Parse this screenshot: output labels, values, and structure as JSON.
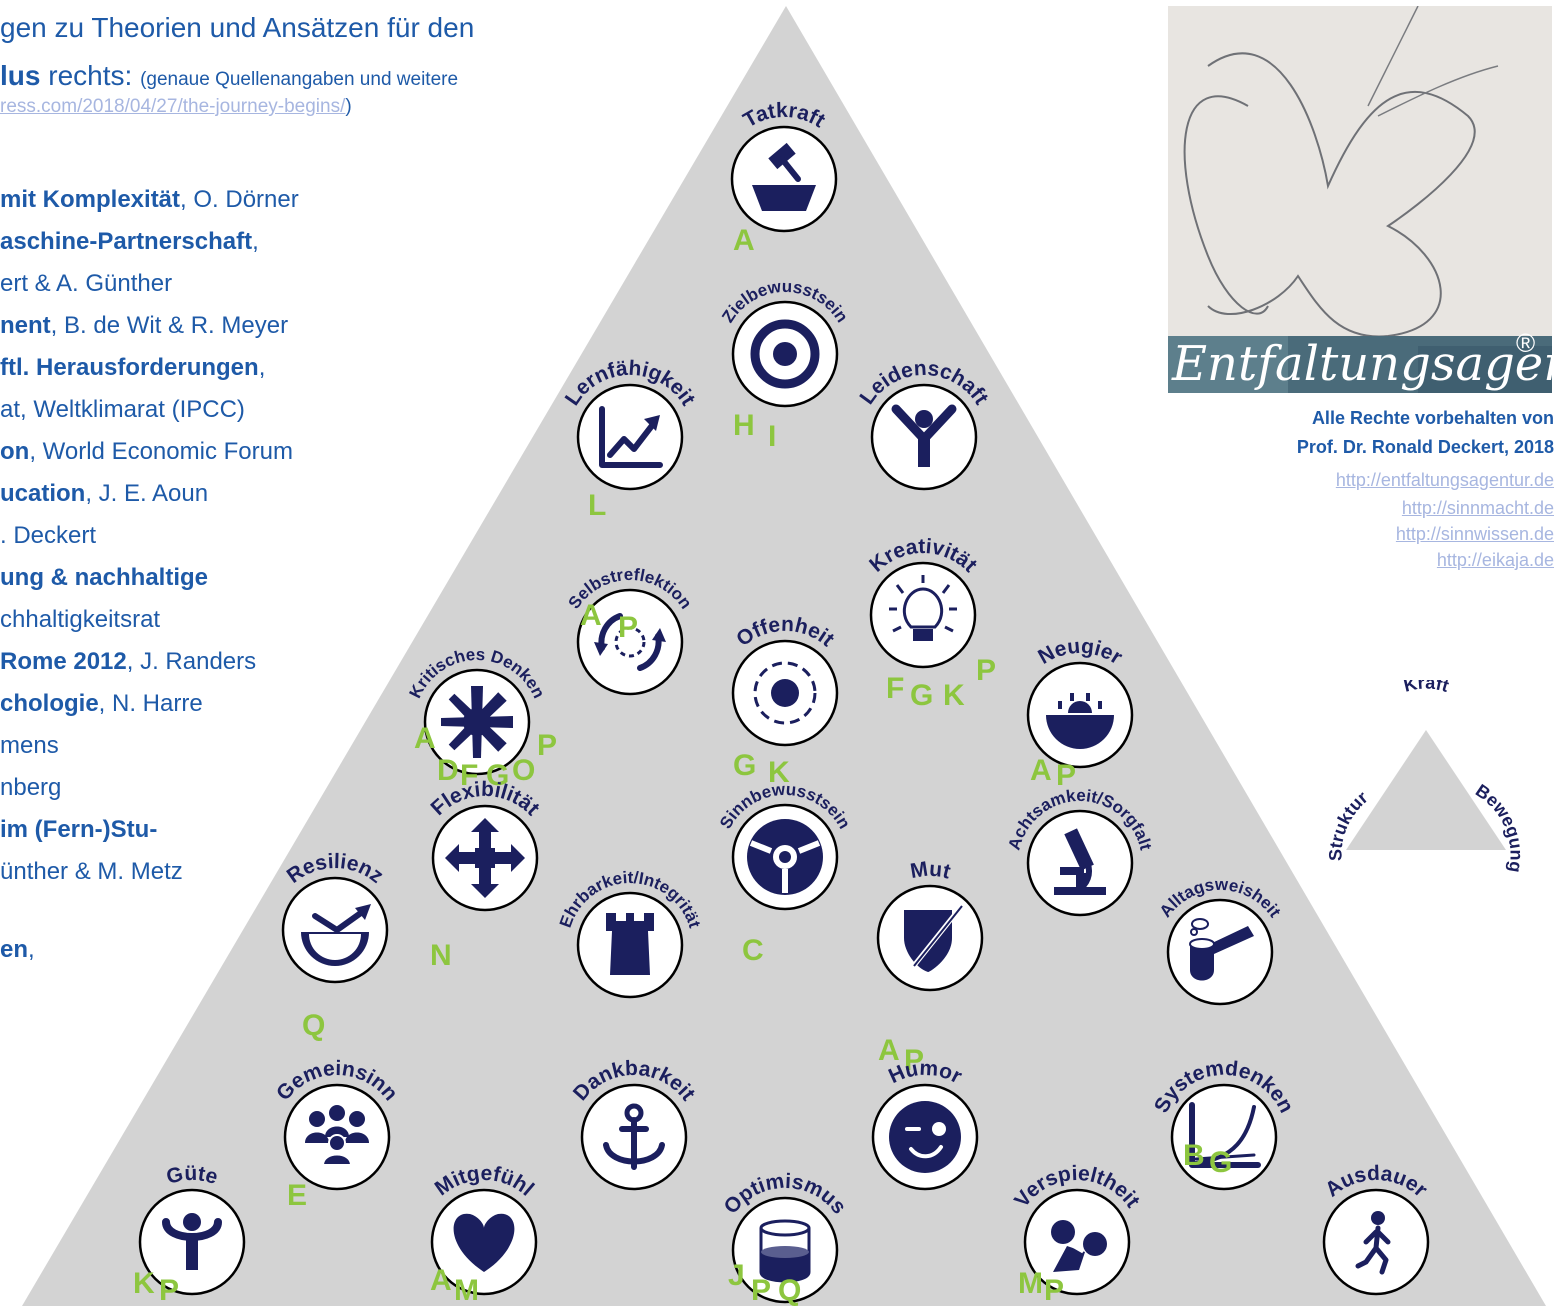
{
  "intro": {
    "line1": "gen zu Theorien und Ansätzen für den",
    "line2_bold": "lus",
    "line2_rest": " rechts: ",
    "line2_small": "(genaue Quellenangaben und weitere",
    "line3_link": "ress.com/2018/04/27/the-journey-begins/",
    "line3_end": ")"
  },
  "references": [
    {
      "bold": "mit Komplexität",
      "rest": ", O. Dörner"
    },
    {
      "bold": "aschine-Partnerschaft",
      "rest": ","
    },
    {
      "bold": "",
      "rest": "ert & A. Günther"
    },
    {
      "bold": "nent",
      "rest": ", B. de Wit & R. Meyer"
    },
    {
      "bold": "ftl. Herausforderungen",
      "rest": ","
    },
    {
      "bold": "",
      "rest": "at, Weltklimarat (IPCC)"
    },
    {
      "bold": "on",
      "rest": ", World Economic Forum"
    },
    {
      "bold": "ucation",
      "rest": ", J. E. Aoun"
    },
    {
      "bold": "",
      "rest": ". Deckert"
    },
    {
      "bold": "ung & nachhaltige",
      "rest": ""
    },
    {
      "bold": "",
      "rest": "chhaltigkeitsrat"
    },
    {
      "bold": "Rome 2012",
      "rest": ", J. Randers"
    },
    {
      "bold": "chologie",
      "rest": ", N. Harre"
    },
    {
      "bold": "",
      "rest": "mens"
    },
    {
      "bold": "",
      "rest": "nberg"
    },
    {
      "bold": "im (Fern-)Stu-",
      "rest": ""
    },
    {
      "bold": "",
      "rest": "ünther & M. Metz"
    },
    {
      "bold": "en",
      "rest": ","
    }
  ],
  "colors": {
    "navy": "#1b1f5e",
    "green": "#8dc63f",
    "triangle": "#d3d3d3",
    "blue_text": "#1e5aa8",
    "link": "#a7b6e0"
  },
  "virtues": [
    {
      "name": "Tatkraft",
      "icon": "hammer-anvil-icon",
      "letters": "A"
    },
    {
      "name": "Zielbewusstsein",
      "icon": "target-icon",
      "letters": "HI"
    },
    {
      "name": "Lernfähigkeit",
      "icon": "growth-chart-icon",
      "letters": "L"
    },
    {
      "name": "Leidenschaft",
      "icon": "raised-arms-person-icon",
      "letters": ""
    },
    {
      "name": "Selbstreflektion",
      "icon": "rotating-arrows-icon",
      "letters": "AP"
    },
    {
      "name": "Kreativität",
      "icon": "lightbulb-icon",
      "letters": "FGKP"
    },
    {
      "name": "Offenheit",
      "icon": "open-circle-icon",
      "letters": "GK"
    },
    {
      "name": "Kritisches Denken",
      "icon": "crossed-arrows-icon",
      "letters": "ADFGOP"
    },
    {
      "name": "Neugier",
      "icon": "sunrise-bowl-icon",
      "letters": "AP"
    },
    {
      "name": "Flexibilität",
      "icon": "four-way-arrow-icon",
      "letters": "N"
    },
    {
      "name": "Sinnbewusstsein",
      "icon": "steering-wheel-icon",
      "letters": "C"
    },
    {
      "name": "Achtsamkeit/Sorgfalt",
      "icon": "microscope-icon",
      "letters": ""
    },
    {
      "name": "Resilienz",
      "icon": "bowl-arrow-icon",
      "letters": "Q"
    },
    {
      "name": "Ehrbarkeit/Integrität",
      "icon": "tower-icon",
      "letters": ""
    },
    {
      "name": "Mut",
      "icon": "shield-sword-icon",
      "letters": "AP"
    },
    {
      "name": "Alltagsweisheit",
      "icon": "pipe-icon",
      "letters": ""
    },
    {
      "name": "Gemeinsinn",
      "icon": "group-icon",
      "letters": "E"
    },
    {
      "name": "Dankbarkeit",
      "icon": "anchor-icon",
      "letters": ""
    },
    {
      "name": "Humor",
      "icon": "winking-face-icon",
      "letters": ""
    },
    {
      "name": "Systemdenken",
      "icon": "curve-graph-icon",
      "letters": "BG"
    },
    {
      "name": "Güte",
      "icon": "open-arms-person-icon",
      "letters": "KP"
    },
    {
      "name": "Mitgefühl",
      "icon": "heart-icon",
      "letters": "AM"
    },
    {
      "name": "Optimismus",
      "icon": "half-full-glass-icon",
      "letters": "JPQ"
    },
    {
      "name": "Verspieltheit",
      "icon": "playing-figures-icon",
      "letters": "MP"
    },
    {
      "name": "Ausdauer",
      "icon": "walking-person-icon",
      "letters": ""
    }
  ],
  "brand": {
    "logo_text": "Entfaltungsagentur",
    "registered": "®"
  },
  "rights": {
    "line1": "Alle Rechte vorbehalten von",
    "line2": "Prof. Dr. Ronald Deckert, 2018",
    "links": [
      "http://entfaltungsagentur.de",
      "http://sinnmacht.de",
      "http://sinnwissen.de",
      "http://eikaja.de"
    ]
  },
  "mini_triangle": {
    "top": "Kraft",
    "right": "Bewegung",
    "left": "Struktur"
  }
}
